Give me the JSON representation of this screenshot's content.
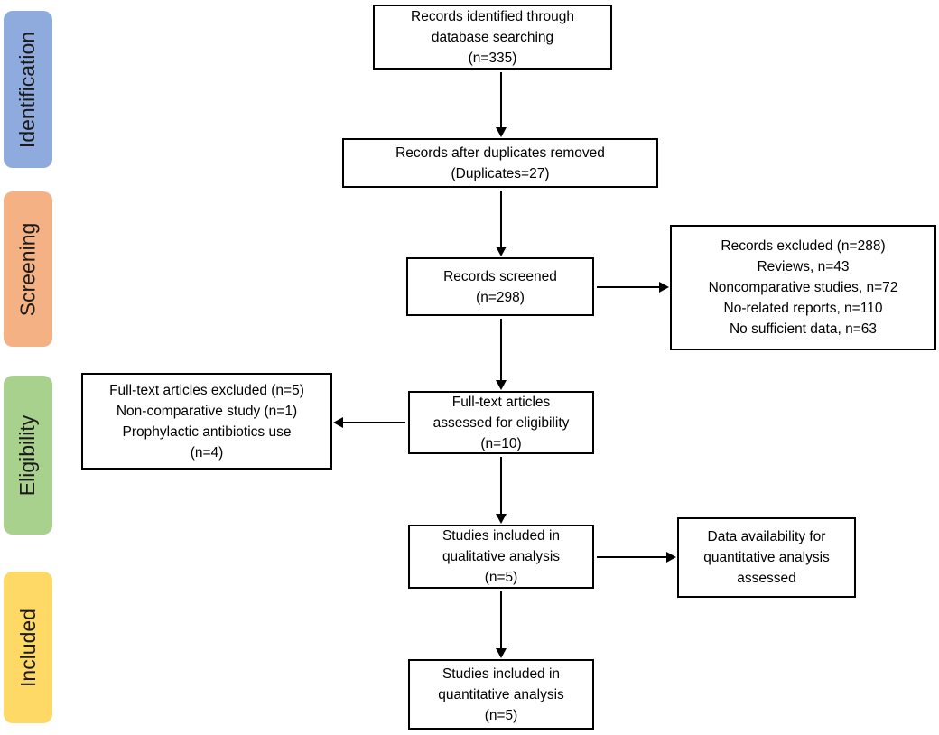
{
  "stages": [
    {
      "label": "Identification",
      "color": "#8FAADC"
    },
    {
      "label": "Screening",
      "color": "#F4B183"
    },
    {
      "label": "Eligibility",
      "color": "#A9D18E"
    },
    {
      "label": "Included",
      "color": "#FFD965"
    }
  ],
  "boxes": {
    "identified": {
      "lines": [
        "Records identified through",
        "database searching",
        "(n=335)"
      ]
    },
    "duplicates_removed": {
      "lines": [
        "Records after duplicates removed",
        "(Duplicates=27)"
      ]
    },
    "screened": {
      "lines": [
        "Records screened",
        "(n=298)"
      ]
    },
    "records_excluded": {
      "lines": [
        "Records excluded (n=288)",
        "Reviews, n=43",
        "Noncomparative studies, n=72",
        "No-related reports, n=110",
        "No sufficient data, n=63"
      ]
    },
    "fulltext_excluded": {
      "lines": [
        "Full-text articles excluded (n=5)",
        "Non-comparative study (n=1)",
        "Prophylactic antibiotics use",
        "(n=4)"
      ]
    },
    "fulltext_assessed": {
      "lines": [
        "Full-text articles",
        "assessed for eligibility",
        "(n=10)"
      ]
    },
    "qualitative": {
      "lines": [
        "Studies included in",
        "qualitative analysis",
        "(n=5)"
      ]
    },
    "data_availability": {
      "lines": [
        "Data availability for",
        "quantitative analysis",
        "assessed"
      ]
    },
    "quantitative": {
      "lines": [
        "Studies included in",
        "quantitative analysis",
        "(n=5)"
      ]
    }
  }
}
